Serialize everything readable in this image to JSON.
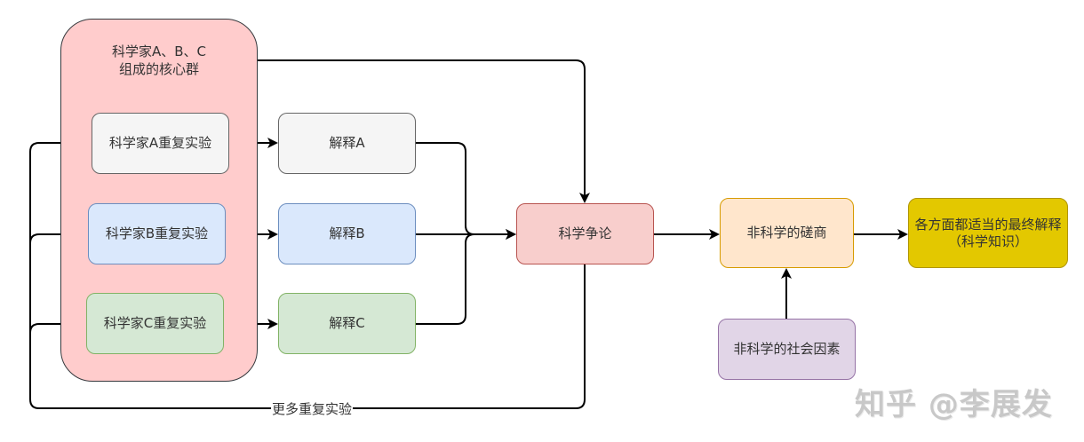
{
  "group": {
    "label_line1": "科学家A、B、C",
    "label_line2": "组成的核心群",
    "fill": "#ffcccc",
    "stroke": "#36393d"
  },
  "nodes": {
    "exp_a": {
      "label": "科学家A重复实验",
      "fill": "#f5f5f5",
      "stroke": "#666666"
    },
    "exp_b": {
      "label": "科学家B重复实验",
      "fill": "#dae8fc",
      "stroke": "#6c8ebf"
    },
    "exp_c": {
      "label": "科学家C重复实验",
      "fill": "#d5e8d4",
      "stroke": "#82b366"
    },
    "interp_a": {
      "label": "解释A",
      "fill": "#f5f5f5",
      "stroke": "#666666"
    },
    "interp_b": {
      "label": "解释B",
      "fill": "#dae8fc",
      "stroke": "#6c8ebf"
    },
    "interp_c": {
      "label": "解释C",
      "fill": "#d5e8d4",
      "stroke": "#82b366"
    },
    "debate": {
      "label": "科学争论",
      "fill": "#f8cecc",
      "stroke": "#b85450"
    },
    "negotiation": {
      "label": "非科学的磋商",
      "fill": "#ffe6cc",
      "stroke": "#d79b00"
    },
    "social": {
      "label": "非科学的社会因素",
      "fill": "#e1d5e7",
      "stroke": "#9673a6"
    },
    "final": {
      "label": "各方面都适当的最终解释（科学知识）",
      "fill": "#e3c800",
      "stroke": "#b09500"
    }
  },
  "edges": {
    "loop_label": "更多重复实验"
  },
  "watermark": "知乎 @李展发"
}
